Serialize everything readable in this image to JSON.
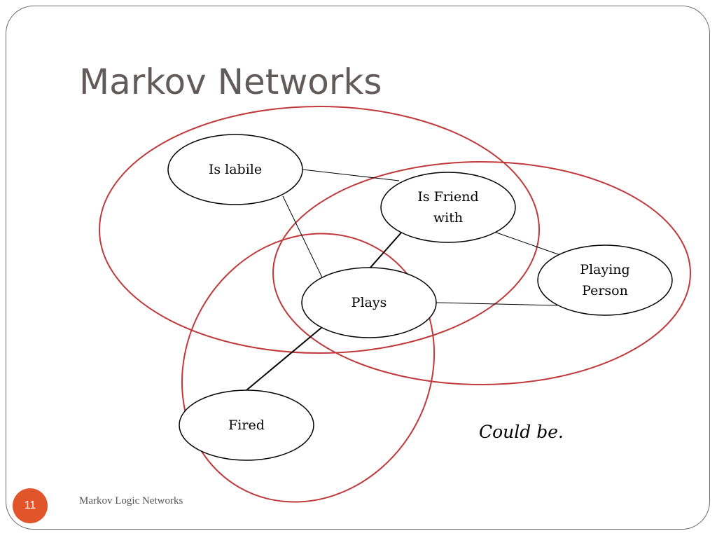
{
  "slide": {
    "title": "Markov Networks",
    "note": "Could be.",
    "page_number": "11",
    "footer": "Markov Logic Networks"
  },
  "diagram": {
    "colors": {
      "clique": "#c0393b",
      "node_stroke": "#000000",
      "edge": "#000000",
      "accent": "#e2552b"
    },
    "nodes": [
      {
        "id": "is-labile",
        "lines": [
          "Is labile"
        ]
      },
      {
        "id": "is-friend-with",
        "lines": [
          "Is Friend",
          "with"
        ]
      },
      {
        "id": "playing-person",
        "lines": [
          "Playing",
          "Person"
        ]
      },
      {
        "id": "plays",
        "lines": [
          "Plays"
        ]
      },
      {
        "id": "fired",
        "lines": [
          "Fired"
        ]
      }
    ],
    "edges": [
      {
        "from": "is-labile",
        "to": "is-friend-with"
      },
      {
        "from": "is-labile",
        "to": "plays"
      },
      {
        "from": "is-friend-with",
        "to": "playing-person"
      },
      {
        "from": "is-friend-with",
        "to": "plays"
      },
      {
        "from": "plays",
        "to": "playing-person"
      },
      {
        "from": "plays",
        "to": "fired"
      }
    ],
    "cliques": [
      {
        "members": [
          "is-labile",
          "is-friend-with",
          "plays"
        ]
      },
      {
        "members": [
          "is-friend-with",
          "playing-person",
          "plays"
        ]
      },
      {
        "members": [
          "plays",
          "fired"
        ]
      }
    ]
  }
}
